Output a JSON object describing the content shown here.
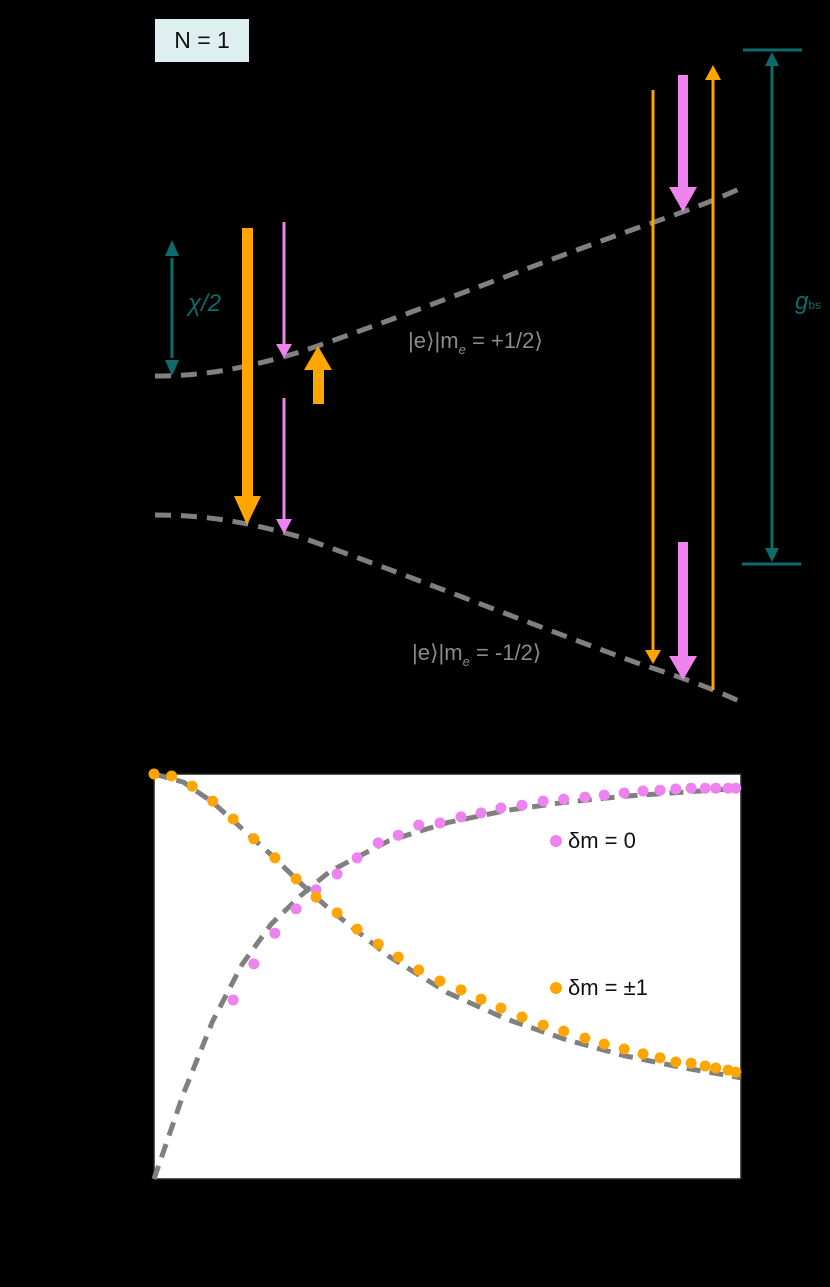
{
  "diagram": {
    "panel_label": "N = 1",
    "upper_state": {
      "ket1": "|e⟩",
      "ket2_prefix": "|m",
      "subscript": "e",
      "ket2_suffix": " = +1/2⟩"
    },
    "lower_state": {
      "ket1": "|e⟩",
      "ket2_prefix": "|m",
      "subscript": "e",
      "ket2_suffix": " = -1/2⟩"
    },
    "splitting_label": "χ/2",
    "gap_label_main": "g",
    "gap_label_sub": "bs",
    "colors": {
      "orange": "#ffa500",
      "pink": "#ee82ee",
      "teal": "#0e6b6b",
      "gray_dash": "#808080",
      "label_box_bg": "#dfeeee"
    }
  },
  "chart_data": {
    "type": "scatter",
    "title": "",
    "xlabel": "",
    "ylabel": "",
    "xlim": [
      0,
      1
    ],
    "ylim": [
      0,
      1
    ],
    "grid": false,
    "legend_position": "inside-right",
    "note": "axes unlabeled in render; values normalized to plot box (x: left=0,right=1; y: bottom=0,top=1)",
    "series": [
      {
        "name": "δm = 0",
        "color": "#ee82ee",
        "x": [
          0.135,
          0.17,
          0.206,
          0.242,
          0.276,
          0.312,
          0.346,
          0.382,
          0.416,
          0.451,
          0.487,
          0.523,
          0.557,
          0.591,
          0.627,
          0.663,
          0.698,
          0.734,
          0.767,
          0.801,
          0.833,
          0.862,
          0.889,
          0.915,
          0.939,
          0.957,
          0.978,
          0.991
        ],
        "y": [
          0.442,
          0.531,
          0.607,
          0.667,
          0.714,
          0.753,
          0.793,
          0.83,
          0.849,
          0.874,
          0.879,
          0.894,
          0.904,
          0.916,
          0.923,
          0.933,
          0.938,
          0.943,
          0.948,
          0.953,
          0.958,
          0.96,
          0.963,
          0.965,
          0.965,
          0.965,
          0.965,
          0.965
        ]
      },
      {
        "name": "δm = ±1",
        "color": "#ffa500",
        "x": [
          0.0,
          0.03,
          0.065,
          0.1,
          0.135,
          0.17,
          0.206,
          0.242,
          0.276,
          0.312,
          0.346,
          0.382,
          0.416,
          0.451,
          0.487,
          0.523,
          0.557,
          0.591,
          0.627,
          0.663,
          0.698,
          0.734,
          0.767,
          0.801,
          0.833,
          0.862,
          0.889,
          0.915,
          0.939,
          0.957,
          0.978,
          0.991
        ],
        "y": [
          1.0,
          0.995,
          0.97,
          0.933,
          0.889,
          0.84,
          0.793,
          0.741,
          0.696,
          0.657,
          0.617,
          0.58,
          0.548,
          0.516,
          0.489,
          0.467,
          0.444,
          0.422,
          0.4,
          0.38,
          0.365,
          0.348,
          0.333,
          0.321,
          0.309,
          0.299,
          0.289,
          0.286,
          0.279,
          0.274,
          0.269,
          0.264
        ]
      },
      {
        "name": "fit δm = 0 (dashed)",
        "color": "#808080",
        "x": [
          0.0,
          0.05,
          0.1,
          0.15,
          0.2,
          0.25,
          0.3,
          0.4,
          0.5,
          0.6,
          0.7,
          0.8,
          0.9,
          1.0
        ],
        "y": [
          0.0,
          0.21,
          0.39,
          0.53,
          0.63,
          0.7,
          0.76,
          0.835,
          0.88,
          0.91,
          0.93,
          0.945,
          0.955,
          0.965
        ]
      },
      {
        "name": "fit δm = ±1 (dashed)",
        "color": "#808080",
        "x": [
          0.0,
          0.05,
          0.1,
          0.15,
          0.2,
          0.25,
          0.3,
          0.4,
          0.5,
          0.6,
          0.7,
          0.8,
          0.9,
          1.0
        ],
        "y": [
          1.0,
          0.98,
          0.93,
          0.865,
          0.8,
          0.73,
          0.665,
          0.55,
          0.46,
          0.395,
          0.345,
          0.305,
          0.275,
          0.25
        ]
      }
    ],
    "legend": [
      "δm = 0",
      "δm = ±1"
    ]
  }
}
